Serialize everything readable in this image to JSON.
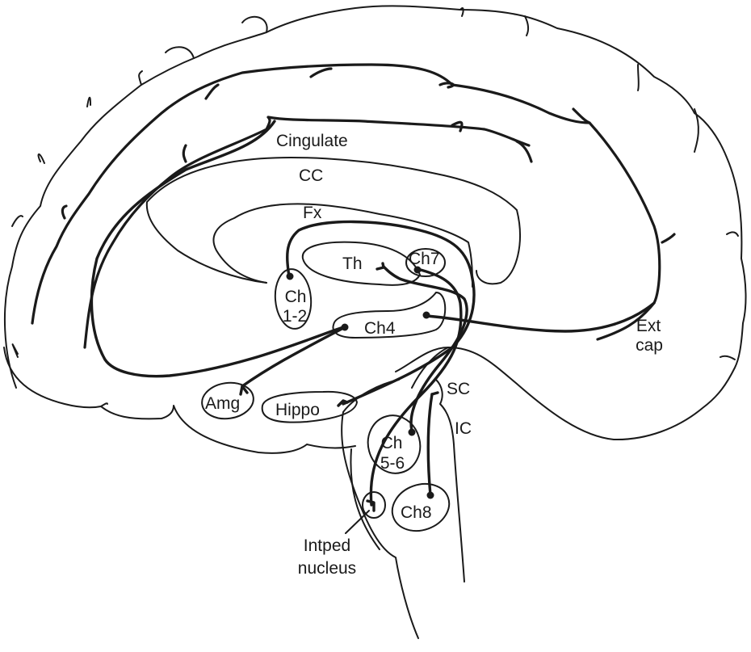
{
  "diagram": {
    "type": "sagittal-brain-section",
    "ink_color": "#1a1a1a",
    "background_color": "#ffffff",
    "labels": {
      "cingulate": "Cingulate",
      "cc": "CC",
      "fx": "Fx",
      "th": "Th",
      "ch7": "Ch7",
      "ch12_line1": "Ch",
      "ch12_line2": "1-2",
      "ch4": "Ch4",
      "ext_cap_line1": "Ext",
      "ext_cap_line2": "cap",
      "amg": "Amg",
      "hippo": "Hippo",
      "sc": "SC",
      "ic": "IC",
      "ch56_line1": "Ch",
      "ch56_line2": "5-6",
      "ch8": "Ch8",
      "intped_line1": "Intped",
      "intped_line2": "nucleus"
    },
    "structures": [
      {
        "id": "cingulate",
        "name": "Cingulate"
      },
      {
        "id": "corpus-callosum",
        "name": "CC"
      },
      {
        "id": "fornix",
        "name": "Fx"
      },
      {
        "id": "thalamus",
        "name": "Th"
      },
      {
        "id": "ch1-2",
        "name": "Ch 1-2"
      },
      {
        "id": "ch4",
        "name": "Ch4"
      },
      {
        "id": "ch7",
        "name": "Ch7"
      },
      {
        "id": "ch5-6",
        "name": "Ch 5-6"
      },
      {
        "id": "ch8",
        "name": "Ch8"
      },
      {
        "id": "amygdala",
        "name": "Amg"
      },
      {
        "id": "hippocampus",
        "name": "Hippo"
      },
      {
        "id": "superior-colliculus",
        "name": "SC"
      },
      {
        "id": "inferior-colliculus",
        "name": "IC"
      },
      {
        "id": "interpeduncular-nucleus",
        "name": "Intped nucleus"
      },
      {
        "id": "external-capsule",
        "name": "Ext cap"
      }
    ],
    "pathways": [
      {
        "from": "Ch 1-2",
        "to": "Hippo",
        "via": "Fx"
      },
      {
        "from": "Ch4",
        "to": "Amg"
      },
      {
        "from": "Ch4",
        "to": "Cortex",
        "via": "Cingulate"
      },
      {
        "from": "Ch4",
        "to": "Cortex",
        "via": "Ext cap"
      },
      {
        "from": "Ch5-6",
        "to": "Th"
      },
      {
        "from": "Ch7",
        "to": "Intped nucleus"
      },
      {
        "from": "Ch8",
        "to": "SC"
      }
    ]
  }
}
